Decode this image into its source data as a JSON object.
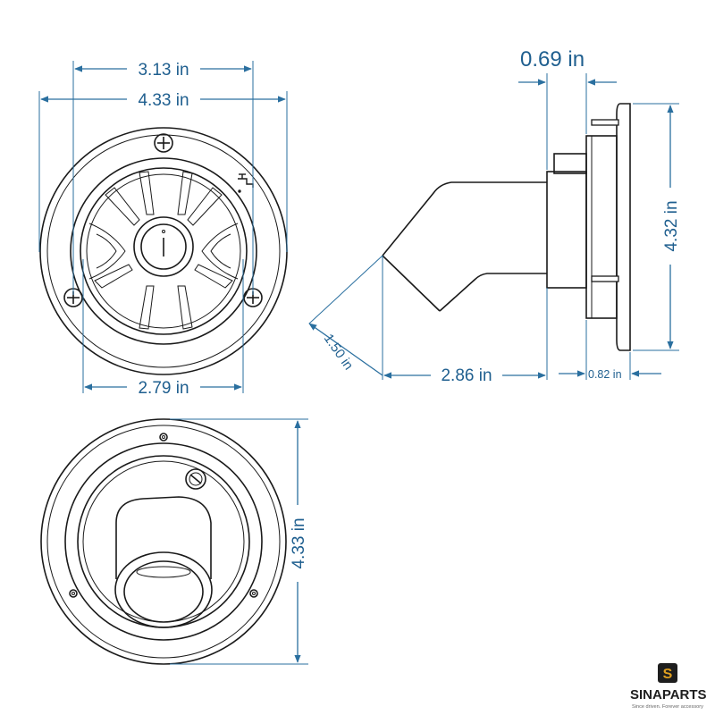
{
  "dimensions": {
    "top_inner_width": "3.13 in",
    "top_outer_width": "4.33 in",
    "top_bottom_width": "2.79 in",
    "side_depth_top": "0.69 in",
    "side_height": "4.32 in",
    "side_spout": "1.50 in",
    "side_length": "2.86 in",
    "side_flange": "0.82 in",
    "rear_height": "4.33 in"
  },
  "brand": {
    "name": "SINAPARTS",
    "tagline": "Since driven. Forever accessory",
    "logo_letter": "S"
  },
  "colors": {
    "dimension": "#2a6f9f",
    "line": "#1a1a1a",
    "logo": "#e0a020"
  }
}
